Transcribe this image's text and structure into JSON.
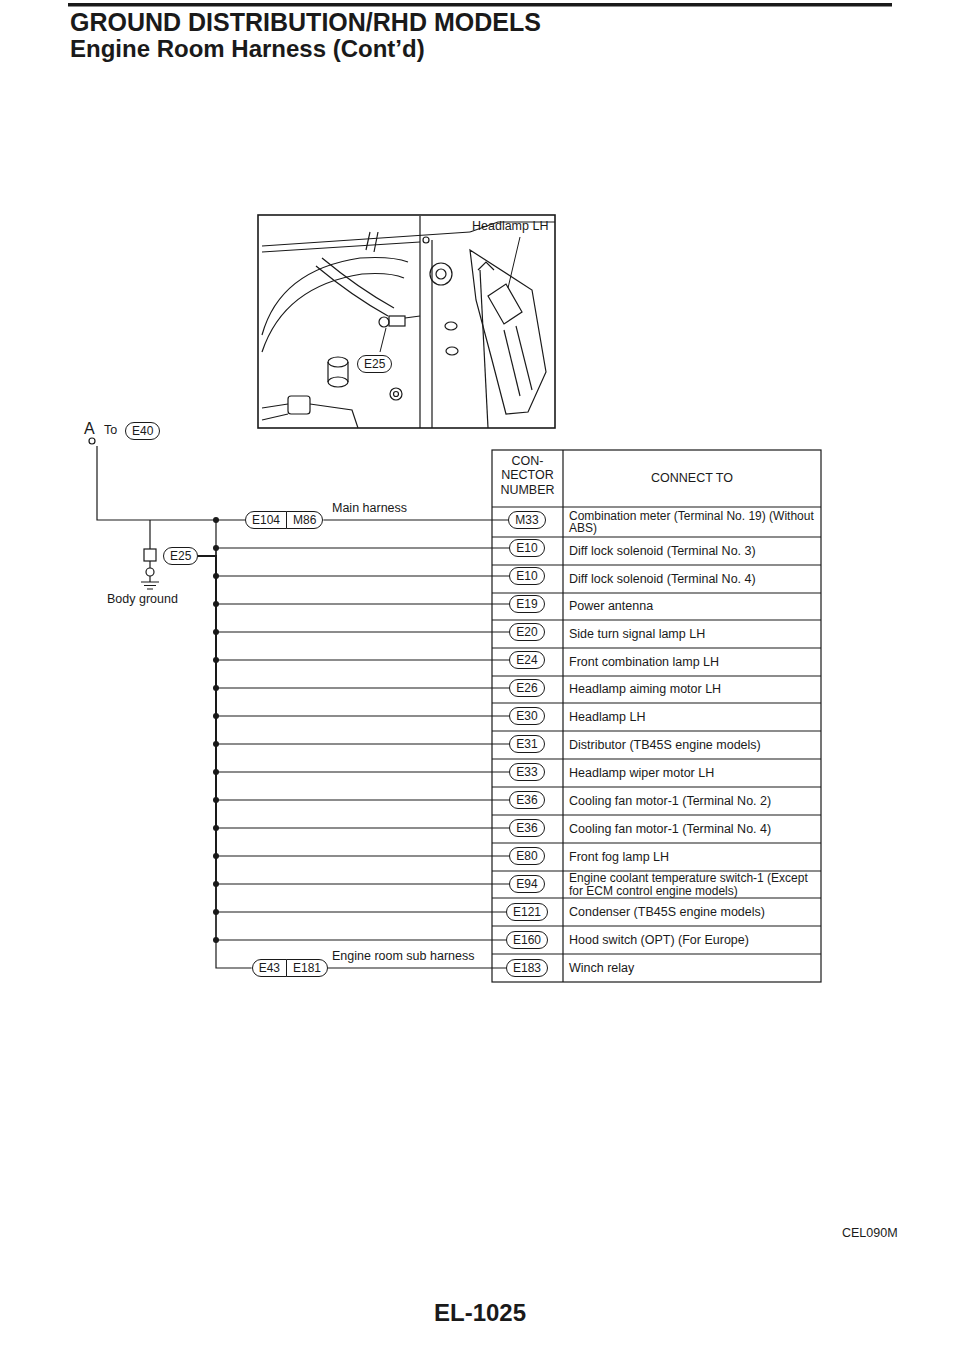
{
  "diagram": {
    "title": "GROUND DISTRIBUTION/RHD MODELS",
    "nodes": [
      {
        "text": [
          "E25"
        ]
      },
      {
        "text": [
          "E40"
        ]
      },
      {
        "text": [
          "E25"
        ]
      },
      {
        "text": [
          "E104"
        ]
      },
      {
        "text": [
          "M86"
        ]
      },
      {
        "text": [
          "M33"
        ]
      },
      {
        "text": [
          "E10"
        ]
      },
      {
        "text": [
          "E10"
        ]
      },
      {
        "text": [
          "E19"
        ]
      },
      {
        "text": [
          "E20"
        ]
      },
      {
        "text": [
          "E24"
        ]
      },
      {
        "text": [
          "E26"
        ]
      },
      {
        "text": [
          "E30"
        ]
      },
      {
        "text": [
          "E31"
        ]
      },
      {
        "text": [
          "E33"
        ]
      },
      {
        "text": [
          "E36"
        ]
      },
      {
        "text": [
          "E36"
        ]
      },
      {
        "text": [
          "E80"
        ]
      },
      {
        "text": [
          "E94"
        ]
      },
      {
        "text": [
          "E121"
        ]
      },
      {
        "text": [
          "E160"
        ]
      },
      {
        "text": [
          "E43"
        ]
      },
      {
        "text": [
          "E181"
        ]
      },
      {
        "text": [
          "E183"
        ]
      }
    ],
    "edges": [
      {
        "from": 2,
        "to": 3,
        "arrow": "none"
      },
      {
        "from": 4,
        "to": 5,
        "arrow": "none"
      },
      {
        "from": 2,
        "to": 6,
        "arrow": "none"
      },
      {
        "from": 2,
        "to": 7,
        "arrow": "none"
      },
      {
        "from": 2,
        "to": 8,
        "arrow": "none"
      },
      {
        "from": 2,
        "to": 9,
        "arrow": "none"
      },
      {
        "from": 2,
        "to": 10,
        "arrow": "none"
      },
      {
        "from": 2,
        "to": 11,
        "arrow": "none"
      },
      {
        "from": 2,
        "to": 12,
        "arrow": "none"
      },
      {
        "from": 2,
        "to": 13,
        "arrow": "none"
      },
      {
        "from": 2,
        "to": 14,
        "arrow": "none"
      },
      {
        "from": 2,
        "to": 15,
        "arrow": "none"
      },
      {
        "from": 2,
        "to": 16,
        "arrow": "none"
      },
      {
        "from": 2,
        "to": 17,
        "arrow": "none"
      },
      {
        "from": 2,
        "to": 18,
        "arrow": "none"
      },
      {
        "from": 2,
        "to": 19,
        "arrow": "none"
      },
      {
        "from": 2,
        "to": 20,
        "arrow": "none"
      },
      {
        "from": 2,
        "to": 21,
        "arrow": "none"
      },
      {
        "from": 22,
        "to": 23,
        "arrow": "none"
      }
    ],
    "labels": [
      "Engine Room Harness (Cont’d)",
      "Headlamp LH",
      "A",
      "To",
      "Body ground",
      "CON- NECTOR NUMBER",
      "CONNECT TO",
      "Main harness",
      "Combination meter (Terminal No. 19) (Without ABS)",
      "Diff lock solenoid (Terminal No. 3)",
      "Diff lock solenoid (Terminal No. 4)",
      "Power antenna",
      "Side turn signal lamp LH",
      "Front combination lamp LH",
      "Headlamp aiming motor LH",
      "Headlamp LH",
      "Distributor (TB45S engine models)",
      "Headlamp wiper motor LH",
      "Cooling fan motor-1 (Terminal No. 2)",
      "Cooling fan motor-1 (Terminal No. 4)",
      "Front fog lamp LH",
      "Engine coolant temperature switch-1 (Except for ECM control engine models)",
      "Condenser (TB45S engine models)",
      "Hood switch (OPT) (For Europe)",
      "Engine room sub harness",
      "Winch relay",
      "CEL090M",
      "EL-1025"
    ]
  }
}
